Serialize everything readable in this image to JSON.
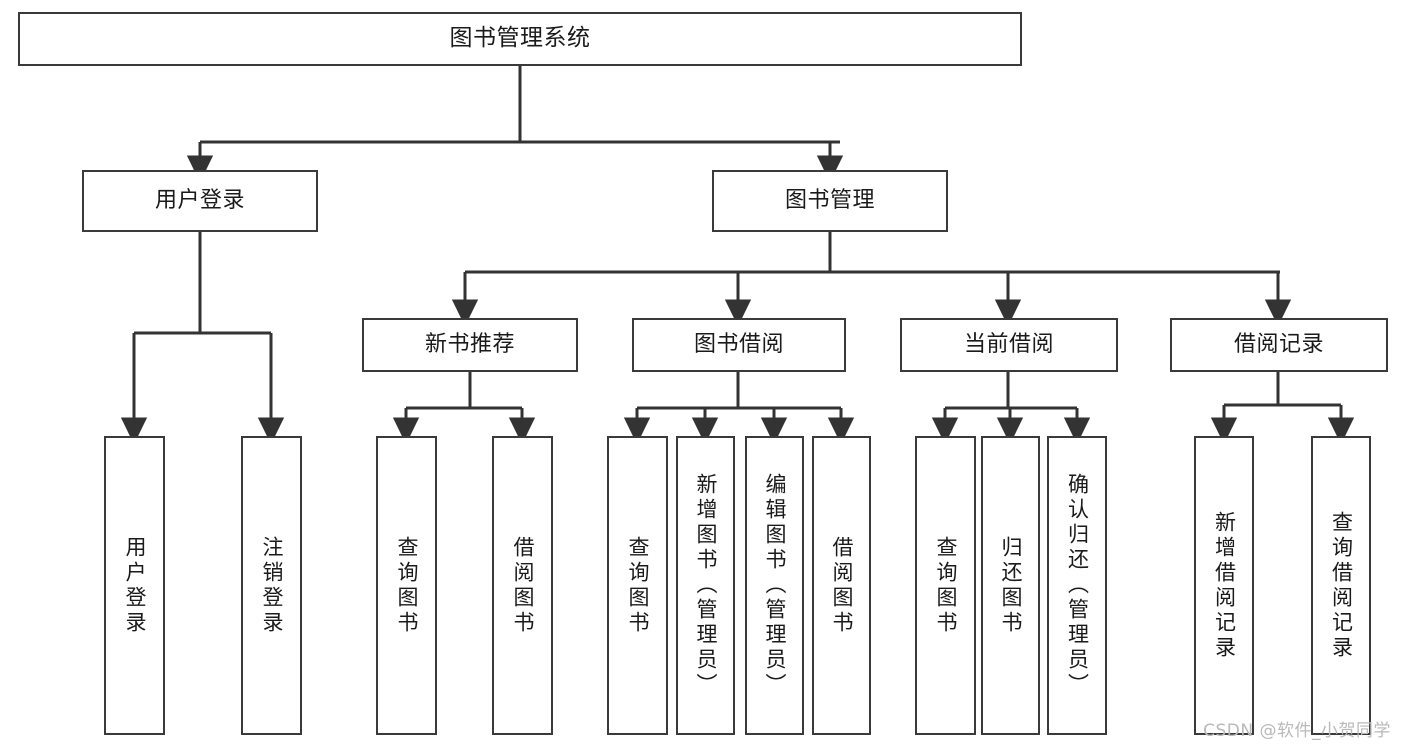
{
  "diagram": {
    "type": "tree",
    "title": "图书管理系统",
    "root": {
      "id": "root",
      "label": "图书管理系统",
      "orientation": "horizontal"
    },
    "level2": [
      {
        "id": "user-login",
        "label": "用户登录",
        "orientation": "horizontal"
      },
      {
        "id": "book-manage",
        "label": "图书管理",
        "orientation": "horizontal"
      }
    ],
    "level3": [
      {
        "id": "new-book-rec",
        "label": "新书推荐",
        "orientation": "horizontal",
        "parent": "book-manage"
      },
      {
        "id": "book-borrow",
        "label": "图书借阅",
        "orientation": "horizontal",
        "parent": "book-manage"
      },
      {
        "id": "current-borrow",
        "label": "当前借阅",
        "orientation": "horizontal",
        "parent": "book-manage"
      },
      {
        "id": "borrow-record",
        "label": "借阅记录",
        "orientation": "horizontal",
        "parent": "book-manage"
      }
    ],
    "leaves": [
      {
        "id": "leaf-user-login",
        "label": "用户登录",
        "parent": "user-login"
      },
      {
        "id": "leaf-user-logout",
        "label": "注销登录",
        "parent": "user-login"
      },
      {
        "id": "leaf-query-book-1",
        "label": "查询图书",
        "parent": "new-book-rec"
      },
      {
        "id": "leaf-borrow-book-1",
        "label": "借阅图书",
        "parent": "new-book-rec"
      },
      {
        "id": "leaf-query-book-2",
        "label": "查询图书",
        "parent": "book-borrow"
      },
      {
        "id": "leaf-add-book",
        "label": "新增图书（管理员）",
        "parent": "book-borrow"
      },
      {
        "id": "leaf-edit-book",
        "label": "编辑图书（管理员）",
        "parent": "book-borrow"
      },
      {
        "id": "leaf-borrow-book-2",
        "label": "借阅图书",
        "parent": "book-borrow"
      },
      {
        "id": "leaf-query-book-3",
        "label": "查询图书",
        "parent": "current-borrow"
      },
      {
        "id": "leaf-return-book",
        "label": "归还图书",
        "parent": "current-borrow"
      },
      {
        "id": "leaf-confirm-return",
        "label": "确认归还（管理员）",
        "parent": "current-borrow"
      },
      {
        "id": "leaf-add-record",
        "label": "新增借阅记录",
        "parent": "borrow-record"
      },
      {
        "id": "leaf-query-record",
        "label": "查询借阅记录",
        "parent": "borrow-record"
      }
    ],
    "edges": [
      {
        "from": "root",
        "to": "user-login"
      },
      {
        "from": "root",
        "to": "book-manage"
      },
      {
        "from": "book-manage",
        "to": "new-book-rec"
      },
      {
        "from": "book-manage",
        "to": "book-borrow"
      },
      {
        "from": "book-manage",
        "to": "current-borrow"
      },
      {
        "from": "book-manage",
        "to": "borrow-record"
      },
      {
        "from": "user-login",
        "to": "leaf-user-login"
      },
      {
        "from": "user-login",
        "to": "leaf-user-logout"
      },
      {
        "from": "new-book-rec",
        "to": "leaf-query-book-1"
      },
      {
        "from": "new-book-rec",
        "to": "leaf-borrow-book-1"
      },
      {
        "from": "book-borrow",
        "to": "leaf-query-book-2"
      },
      {
        "from": "book-borrow",
        "to": "leaf-add-book"
      },
      {
        "from": "book-borrow",
        "to": "leaf-edit-book"
      },
      {
        "from": "book-borrow",
        "to": "leaf-borrow-book-2"
      },
      {
        "from": "current-borrow",
        "to": "leaf-query-book-3"
      },
      {
        "from": "current-borrow",
        "to": "leaf-return-book"
      },
      {
        "from": "current-borrow",
        "to": "leaf-confirm-return"
      },
      {
        "from": "borrow-record",
        "to": "leaf-add-record"
      },
      {
        "from": "borrow-record",
        "to": "leaf-query-record"
      }
    ]
  },
  "colors": {
    "background": "#ffffff",
    "node_fill": "#ffffff",
    "node_border": "#3a3a3a",
    "connector": "#333333",
    "text": "#1a1a1a",
    "watermark": "#b9b9b9"
  },
  "watermark": {
    "text": "CSDN @软件_小贺同学"
  }
}
